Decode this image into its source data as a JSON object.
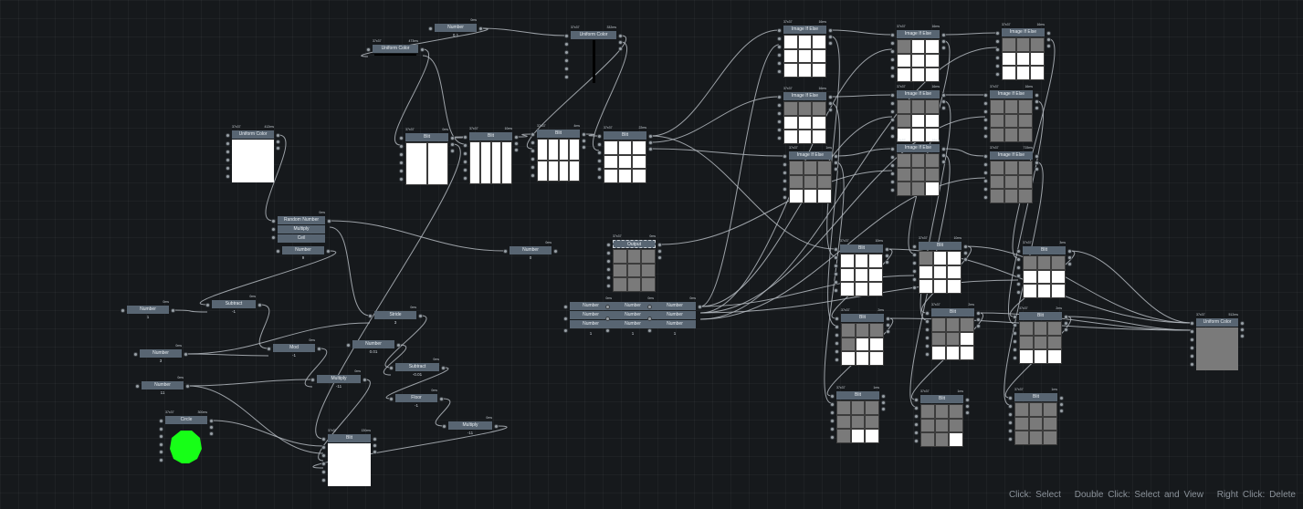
{
  "labels": {
    "uniform_color": "Uniform Color",
    "number": "Number",
    "blit": "Blit",
    "image_if_else": "Image If Else",
    "random_number": "Random Number",
    "multiply": "Multiply",
    "ceil": "Ceil",
    "subtract": "Subtract",
    "mod": "Mod",
    "stride": "Stride",
    "floor": "Floor",
    "circle": "Circle",
    "output": "Output"
  },
  "values": {
    "num_top": "0.1",
    "rand_num": "9",
    "num_right": "0",
    "sub1": "-1",
    "num_a": "1",
    "num_b": "3",
    "mod": "-1",
    "num_c": "11",
    "mul1": "-11",
    "stride": "3",
    "num_d": "0.01",
    "sub2": "-0.01",
    "floor": "-1",
    "mul2": "-11",
    "out1": "1",
    "out2": "1",
    "out3": "1"
  },
  "meta": {
    "size": "37x37",
    "ms0": "0ms",
    "ms1": "1ms",
    "ms2": "2ms",
    "ms3": "3ms",
    "ms4": "4ms",
    "ms10": "10ms",
    "ms16": "16ms",
    "ms22": "22ms",
    "ms130": "130ms",
    "ms300": "300ms",
    "ms332": "332ms",
    "ms412": "412ms",
    "ms473": "473ms",
    "ms512": "512ms",
    "ms715": "715ms"
  },
  "status": {
    "click": "Click: Select",
    "double_click": "Double Click: Select and View",
    "right_click": "Right Click: Delete"
  },
  "colors": {
    "background": "#16191c",
    "node_header": "#586572",
    "wire": "#b4bac0",
    "circle": "#17ff17",
    "uniform_gray": "#7a7a7a"
  }
}
